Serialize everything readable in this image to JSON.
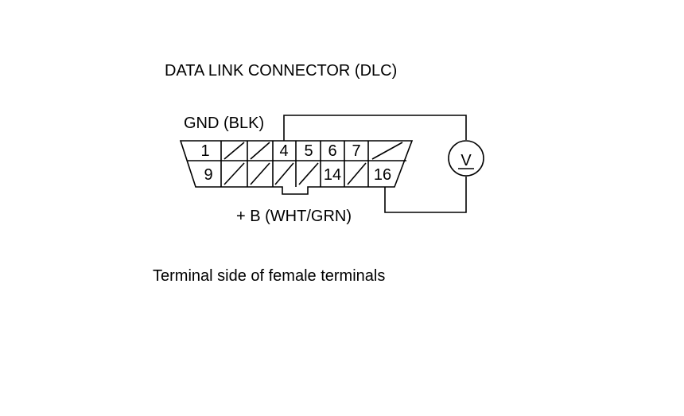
{
  "title": "DATA LINK CONNECTOR (DLC)",
  "gnd_label": "GND (BLK)",
  "b_label": "+ B (WHT/GRN)",
  "caption": "Terminal side of female terminals",
  "voltmeter_symbol": "V",
  "connector": {
    "top_row": [
      "1",
      "",
      "",
      "4",
      "5",
      "6",
      "7",
      ""
    ],
    "bottom_row": [
      "9",
      "",
      "",
      "",
      "14",
      "",
      "16"
    ]
  }
}
